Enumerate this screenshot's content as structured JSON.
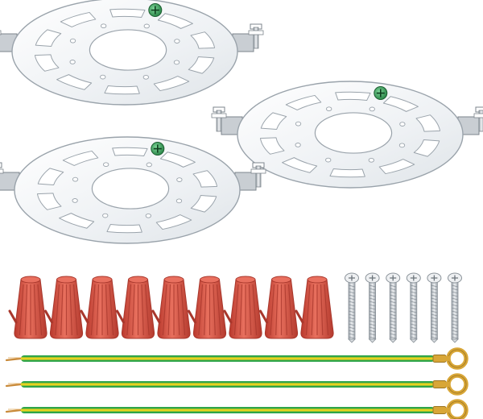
{
  "scene": {
    "background": "#ffffff",
    "counts": {
      "mounting_plates": 3,
      "wire_nuts": 9,
      "screws": 6,
      "ground_wires": 3
    }
  },
  "colors": {
    "plate_fill": "#f4f6f8",
    "plate_stroke": "#9aa3ab",
    "slot_fill": "#ffffff",
    "bracket": "#c9ced3",
    "bracket_dark": "#7d858c",
    "ground_screw": "#2e9a52",
    "wire_nut": "#d24a3c",
    "wire_nut_dark": "#a8372c",
    "wire_nut_light": "#e9705f",
    "screw_shaft": "#d7dbdf",
    "screw_thread": "#8a9299",
    "wire_green": "#2fa54a",
    "wire_yellow": "#e7d21f",
    "copper": "#c98a3a",
    "ring_terminal": "#d8a637"
  }
}
